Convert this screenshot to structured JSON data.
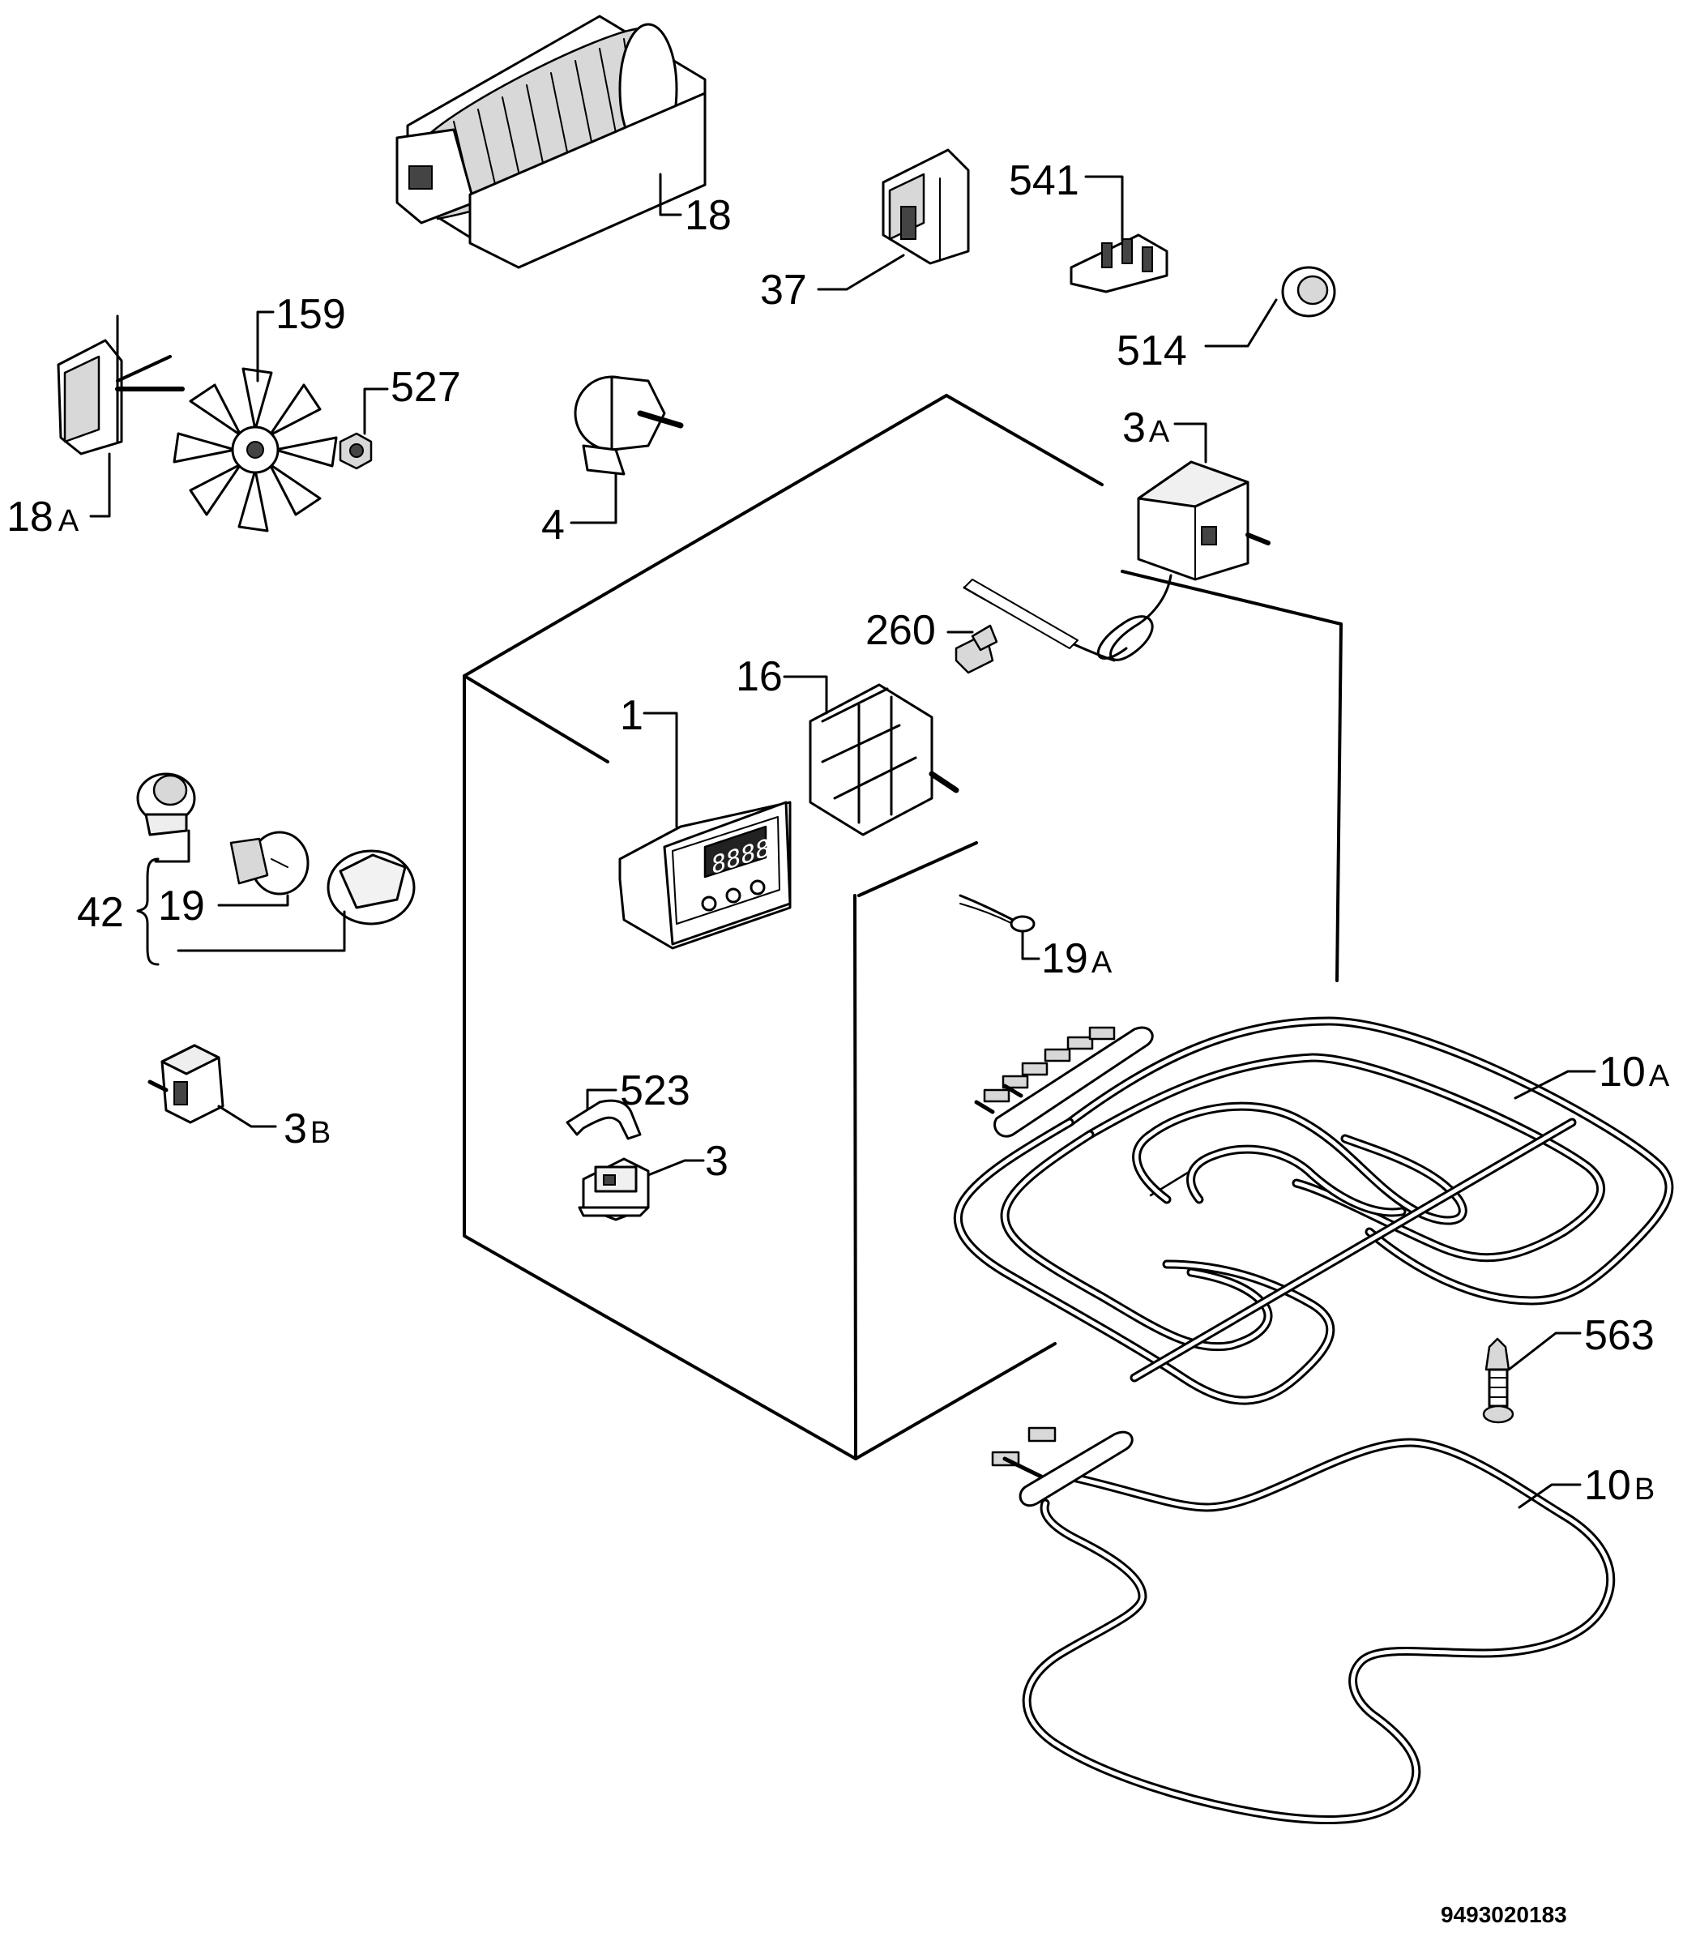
{
  "labels": {
    "p18": "18",
    "p37": "37",
    "p541": "541",
    "p514": "514",
    "p159": "159",
    "p527": "527",
    "p18a_num": "18",
    "p18a_suf": "A",
    "p4": "4",
    "p3a_num": "3",
    "p3a_suf": "A",
    "p260": "260",
    "p16": "16",
    "p1": "1",
    "p42": "42",
    "p19": "19",
    "p19a_num": "19",
    "p19a_suf": "A",
    "p10a_num": "10",
    "p10a_suf": "A",
    "p3b_num": "3",
    "p3b_suf": "B",
    "p523": "523",
    "p3": "3",
    "p563": "563",
    "p10b_num": "10",
    "p10b_suf": "B"
  },
  "drawing_code": "9493020183",
  "display_digits": "8888"
}
